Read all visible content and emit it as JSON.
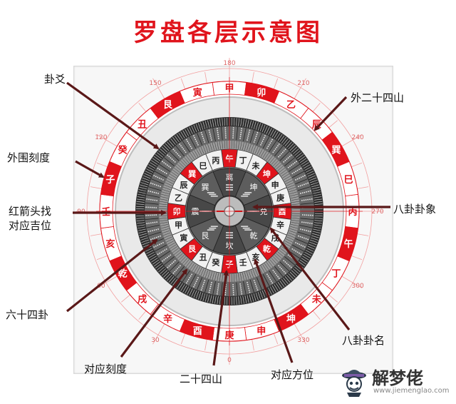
{
  "title": "罗盘各层示意图",
  "labels": {
    "gua_yao": "卦爻",
    "outer_scale": "外围刻度",
    "red_arrow": "红箭头找",
    "red_arrow_2": "对应吉位",
    "sixty_four": "六十四卦",
    "corr_scale": "对应刻度",
    "twenty_four_mount": "二十四山",
    "corr_direction": "对应方位",
    "outer_24": "外二十四山",
    "bagua_xiang": "八卦卦象",
    "bagua_name": "八卦卦名"
  },
  "outer_ring_chars": [
    "丙",
    "午",
    "丁",
    "未",
    "坤",
    "申",
    "庚",
    "酉",
    "辛",
    "戌",
    "乾",
    "亥",
    "壬",
    "子",
    "癸",
    "丑",
    "艮",
    "寅",
    "甲",
    "卯",
    "乙",
    "辰",
    "巽",
    "巳"
  ],
  "inner_ring_chars": [
    "午",
    "丁",
    "未",
    "坤",
    "申",
    "庚",
    "酉",
    "辛",
    "戌",
    "乾",
    "亥",
    "壬",
    "子",
    "癸",
    "丑",
    "艮",
    "寅",
    "甲",
    "卯",
    "乙",
    "辰",
    "巽",
    "巳",
    "丙"
  ],
  "trigrams": [
    "离",
    "坤",
    "兑",
    "乾",
    "坎",
    "艮",
    "震",
    "巽"
  ],
  "degree_labels": [
    "0",
    "30",
    "60",
    "90",
    "120",
    "150",
    "180",
    "210",
    "240",
    "270",
    "300",
    "330"
  ],
  "colors": {
    "accent": "#e0141c",
    "arrow": "#5a1818"
  },
  "watermark": {
    "name": "解梦佬",
    "url": "www.jiemenglao.com"
  }
}
